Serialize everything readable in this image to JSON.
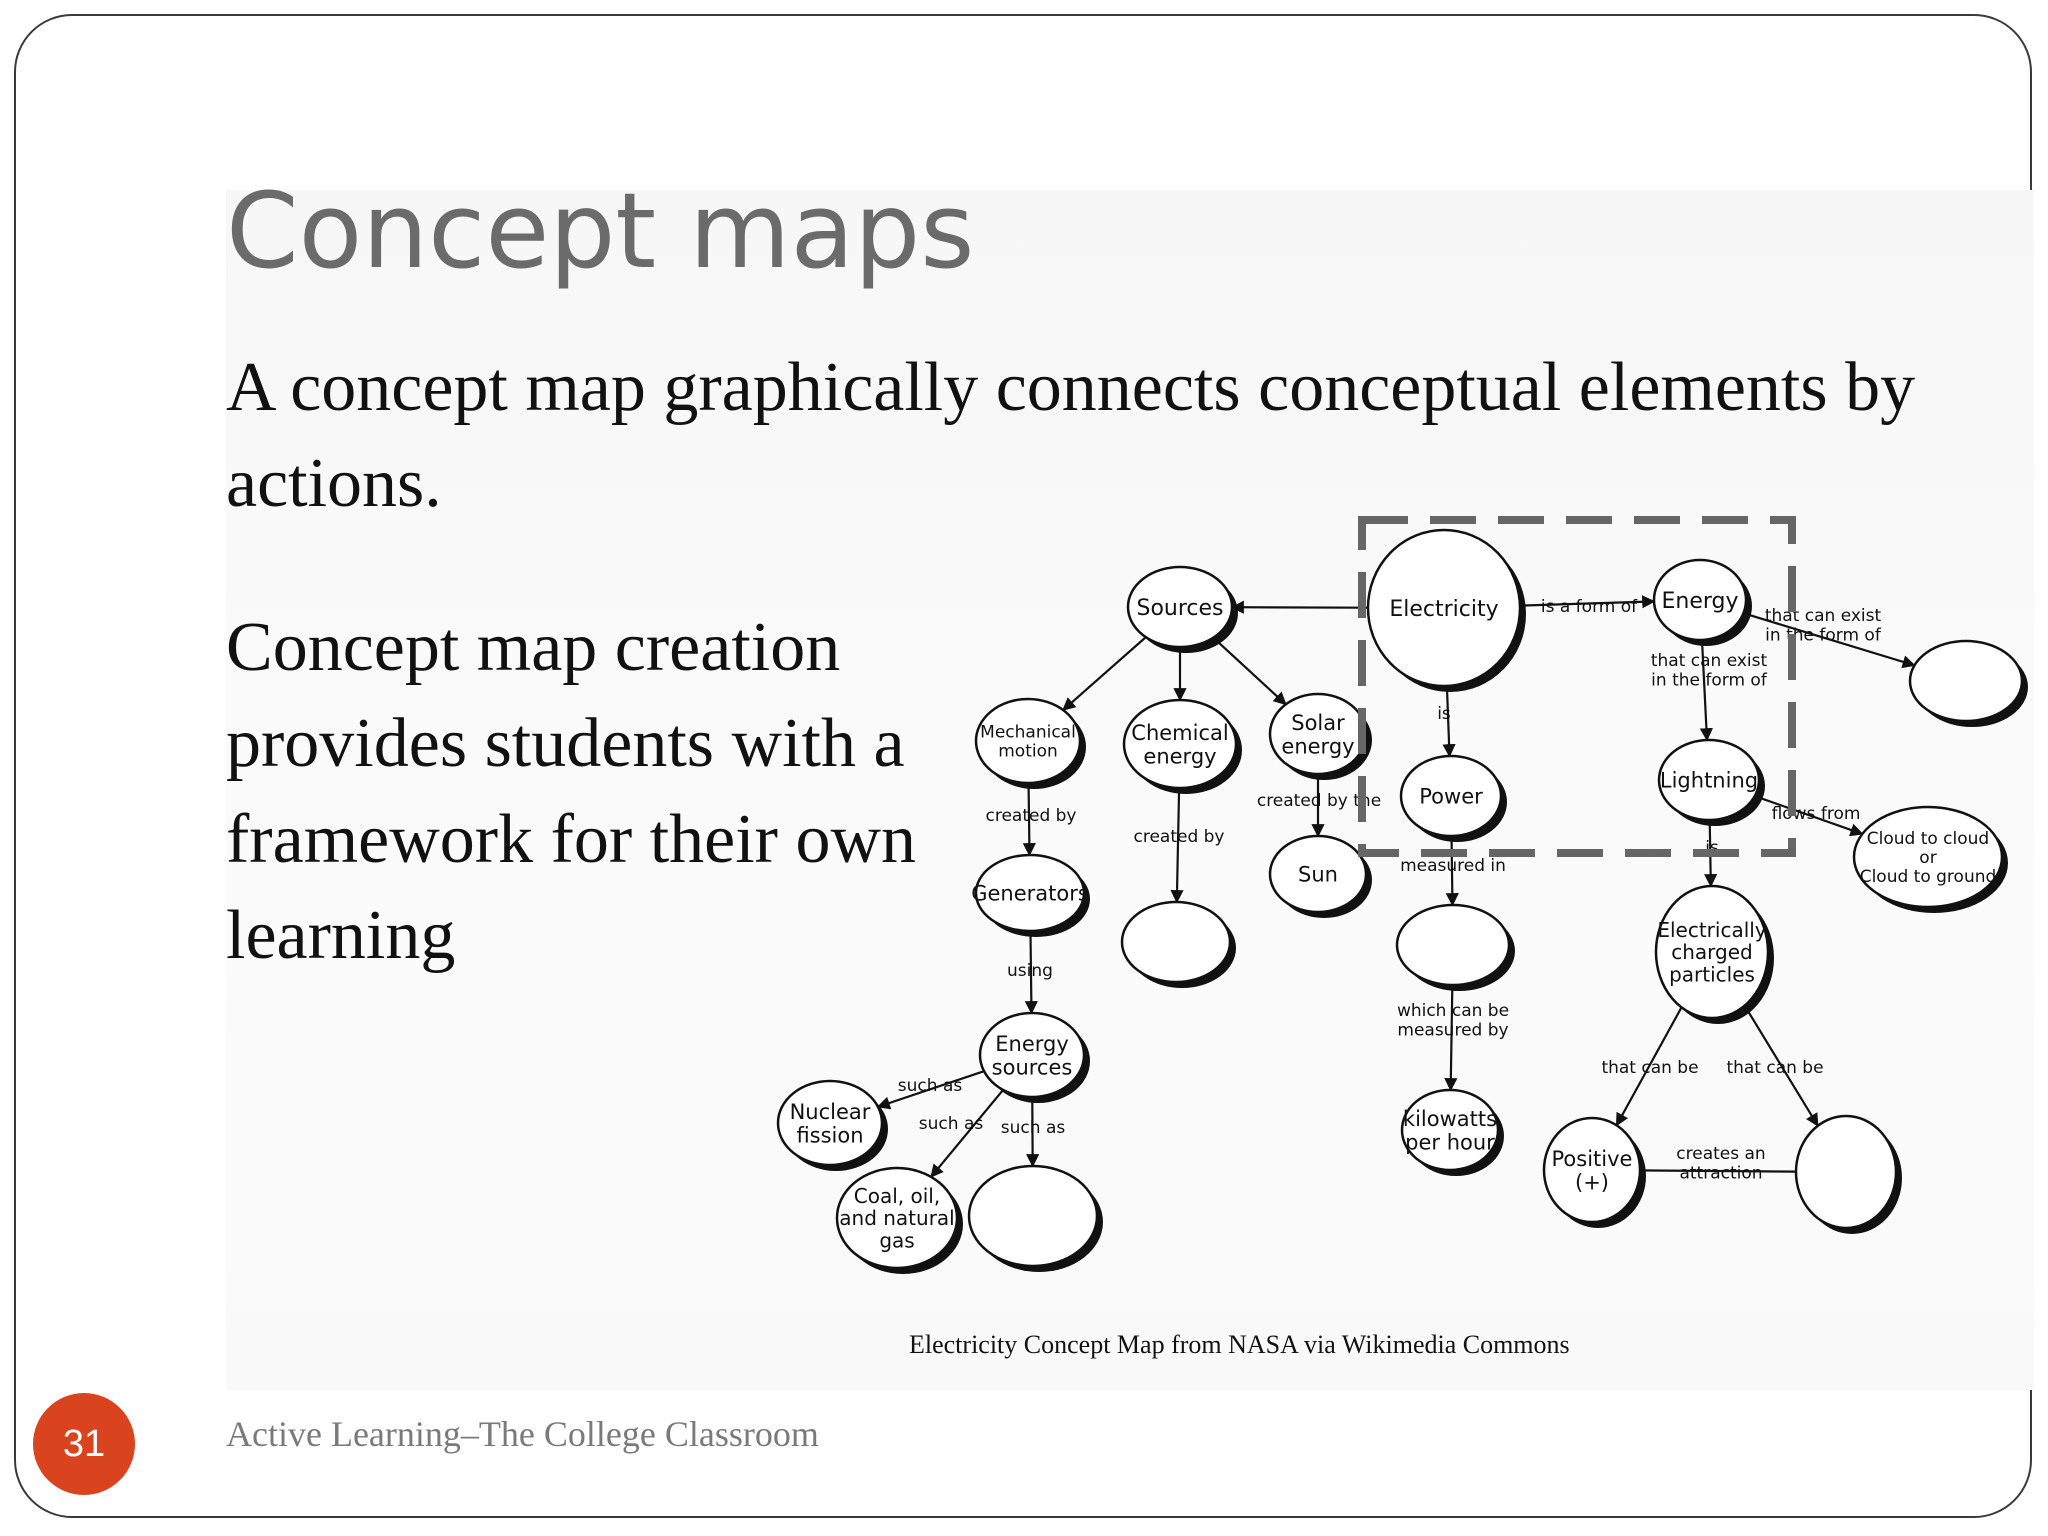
{
  "slide": {
    "title": "Concept maps",
    "intro": "A concept map graphically connects conceptual elements by actions.",
    "bullet": "Concept map creation provides students with a framework for their own learning",
    "caption": "Electricity Concept Map from NASA via Wikimedia Commons",
    "footer": "Active Learning–The College Classroom",
    "page_number": "31",
    "accent_color": "#d9441f"
  },
  "concept_map": {
    "nodes": [
      {
        "id": "sources",
        "lines": [
          "Sources"
        ]
      },
      {
        "id": "electricity",
        "lines": [
          "Electricity"
        ]
      },
      {
        "id": "energy",
        "lines": [
          "Energy"
        ]
      },
      {
        "id": "blank_energy_form",
        "lines": []
      },
      {
        "id": "mechanical_motion",
        "lines": [
          "Mechanical",
          "motion"
        ]
      },
      {
        "id": "chemical_energy",
        "lines": [
          "Chemical",
          "energy"
        ]
      },
      {
        "id": "solar_energy",
        "lines": [
          "Solar",
          "energy"
        ]
      },
      {
        "id": "power",
        "lines": [
          "Power"
        ]
      },
      {
        "id": "lightning",
        "lines": [
          "Lightning"
        ]
      },
      {
        "id": "cloud",
        "lines": [
          "Cloud to cloud",
          "or",
          "Cloud to ground"
        ]
      },
      {
        "id": "generators",
        "lines": [
          "Generators"
        ]
      },
      {
        "id": "sun",
        "lines": [
          "Sun"
        ]
      },
      {
        "id": "blank_chemical",
        "lines": []
      },
      {
        "id": "blank_power_unit",
        "lines": []
      },
      {
        "id": "charged_particles",
        "lines": [
          "Electrically",
          "charged",
          "particles"
        ]
      },
      {
        "id": "energy_sources",
        "lines": [
          "Energy",
          "sources"
        ]
      },
      {
        "id": "nuclear_fission",
        "lines": [
          "Nuclear",
          "fission"
        ]
      },
      {
        "id": "kilowatts",
        "lines": [
          "kilowatts",
          "per hour"
        ]
      },
      {
        "id": "positive",
        "lines": [
          "Positive",
          "(+)"
        ]
      },
      {
        "id": "blank_charge",
        "lines": []
      },
      {
        "id": "coal",
        "lines": [
          "Coal, oil,",
          "and natural",
          "gas"
        ]
      },
      {
        "id": "blank_energy_source",
        "lines": []
      }
    ],
    "link_labels": [
      {
        "id": "is_a_form_of",
        "lines": [
          "is a form of"
        ]
      },
      {
        "id": "that_can_exist_1",
        "lines": [
          "that can exist",
          "in the form of"
        ]
      },
      {
        "id": "that_can_exist_2",
        "lines": [
          "that can exist",
          "in the form of"
        ]
      },
      {
        "id": "is_1",
        "lines": [
          "is"
        ]
      },
      {
        "id": "created_by_1",
        "lines": [
          "created by"
        ]
      },
      {
        "id": "created_by_the",
        "lines": [
          "created by the"
        ]
      },
      {
        "id": "created_by_2",
        "lines": [
          "created by"
        ]
      },
      {
        "id": "flows_from",
        "lines": [
          "flows from"
        ]
      },
      {
        "id": "is_2",
        "lines": [
          "is"
        ]
      },
      {
        "id": "measured_in",
        "lines": [
          "measured in"
        ]
      },
      {
        "id": "using",
        "lines": [
          "using"
        ]
      },
      {
        "id": "which_can_be",
        "lines": [
          "which can be",
          "measured by"
        ]
      },
      {
        "id": "that_can_be_1",
        "lines": [
          "that can be"
        ]
      },
      {
        "id": "that_can_be_2",
        "lines": [
          "that can be"
        ]
      },
      {
        "id": "such_as_1",
        "lines": [
          "such as"
        ]
      },
      {
        "id": "such_as_2",
        "lines": [
          "such as"
        ]
      },
      {
        "id": "such_as_3",
        "lines": [
          "such as"
        ]
      },
      {
        "id": "creates_an",
        "lines": [
          "creates an",
          "attraction"
        ]
      }
    ]
  }
}
